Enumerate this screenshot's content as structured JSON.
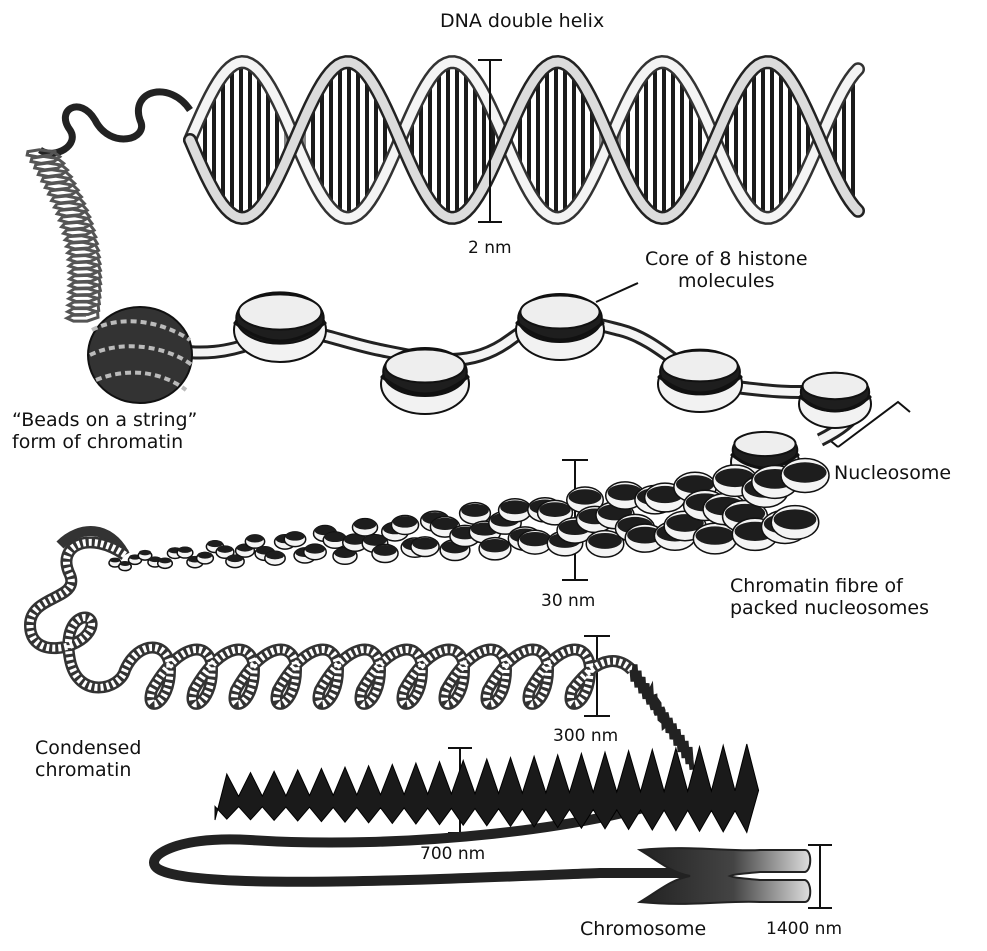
{
  "labels": {
    "dna_helix": "DNA double helix",
    "dna_width": "2 nm",
    "histone_core": "Core of 8 histone\nmolecules",
    "beads": "“Beads on a string”\nform of chromatin",
    "nucleosome": "Nucleosome",
    "fibre": "Chromatin fibre of\npacked nucleosomes",
    "fibre_width": "30 nm",
    "condensed": "Condensed\nchromatin",
    "condensed_width": "300 nm",
    "supercoil_width": "700 nm",
    "chromosome": "Chromosome",
    "chromosome_width": "1400 nm"
  }
}
